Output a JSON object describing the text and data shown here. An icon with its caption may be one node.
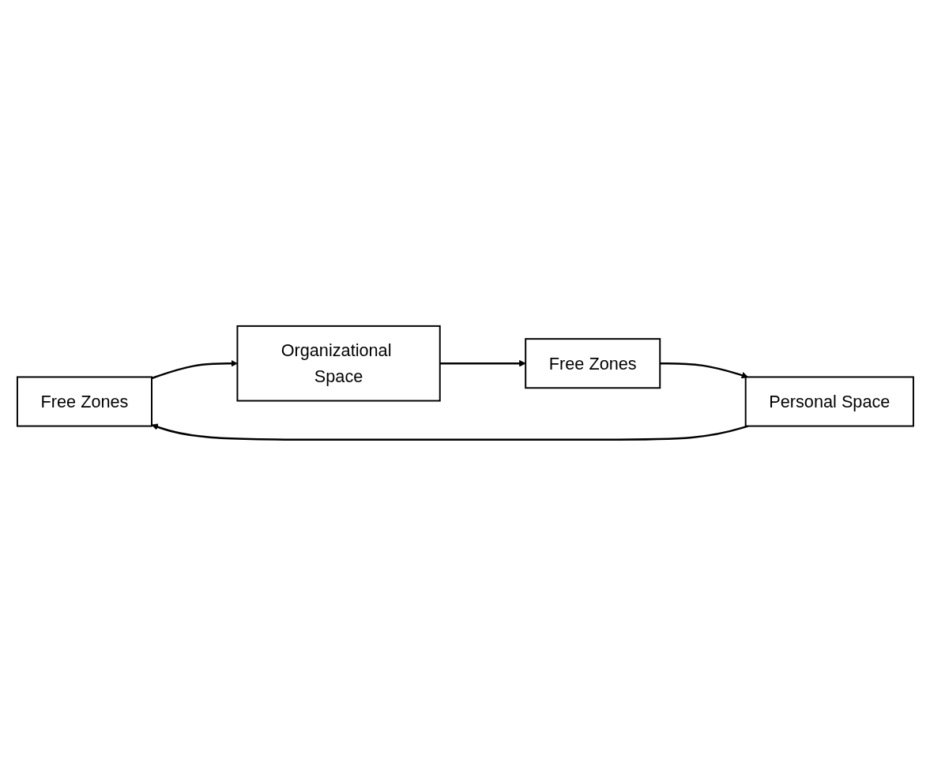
{
  "diagram": {
    "nodes": [
      {
        "text": [
          "Free Zones"
        ]
      },
      {
        "text": [
          "Personal Space"
        ]
      },
      {
        "text": [
          "Organizational Space"
        ]
      },
      {
        "text": [
          "Free Zones"
        ]
      }
    ],
    "edges": [
      {
        "from": 1,
        "to": 0,
        "arrow": "to"
      },
      {
        "from": 0,
        "to": 2,
        "arrow": "to"
      },
      {
        "from": 2,
        "to": 3,
        "arrow": "to"
      },
      {
        "from": 3,
        "to": 1,
        "arrow": "to"
      }
    ]
  }
}
